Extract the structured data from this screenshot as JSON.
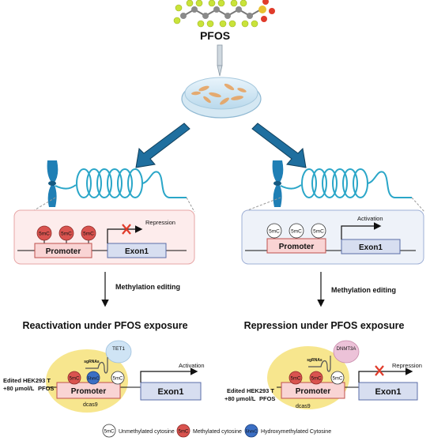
{
  "compound": {
    "name": "PFOS"
  },
  "left_panel": {
    "marks": [
      "5mC",
      "5mC",
      "5mC"
    ],
    "promoter": "Promoter",
    "exon": "Exon1",
    "status": "Repression"
  },
  "right_panel": {
    "marks": [
      "5mC",
      "5mC",
      "5mC"
    ],
    "promoter": "Promoter",
    "exon": "Exon1",
    "status": "Activation"
  },
  "step_label_left": "Methylation editing",
  "step_label_right": "Methylation editing",
  "left_result": {
    "title": "Reactivation under PFOS exposure",
    "cell_line": "Edited HEK293 T",
    "dose": "+80 μmol/L",
    "agent": "PFOS",
    "enzyme": "TET1",
    "guide": "sgRNAs",
    "dcas": "dcas9",
    "marks": [
      "5mC",
      "5hmC",
      "5mC"
    ],
    "promoter": "Promoter",
    "exon": "Exon1",
    "status": "Activation"
  },
  "right_result": {
    "title": "Repression under PFOS exposure",
    "cell_line": "Edited HEK293 T",
    "dose": "+80 μmol/L",
    "agent": "PFOS",
    "enzyme": "DNMT3A",
    "guide": "sgRNAs",
    "dcas": "dcas9",
    "marks": [
      "5mC",
      "5mC",
      "5mC"
    ],
    "promoter": "Promoter",
    "exon": "Exon1",
    "status": "Repression"
  },
  "legend": [
    {
      "symbol": "5mC",
      "label": "Unmethylated cytosine",
      "color": "#ffffff"
    },
    {
      "symbol": "5mC",
      "label": "Methylated cytosine",
      "color": "#d9534f"
    },
    {
      "symbol": "5hmC",
      "label": "Hydroxymethylated Cytosine",
      "color": "#3b6fc4"
    }
  ],
  "colors": {
    "dna_helix": "#2aa6c8",
    "chromosome": "#1f7fb5",
    "arrow_fill": "#1f6f9f",
    "methylated": "#d9534f",
    "hydroxymethylated": "#3b6fc4",
    "repression_x": "#e03b2a",
    "left_panel_bg": "#fdecec",
    "right_panel_bg": "#eef2f9"
  }
}
